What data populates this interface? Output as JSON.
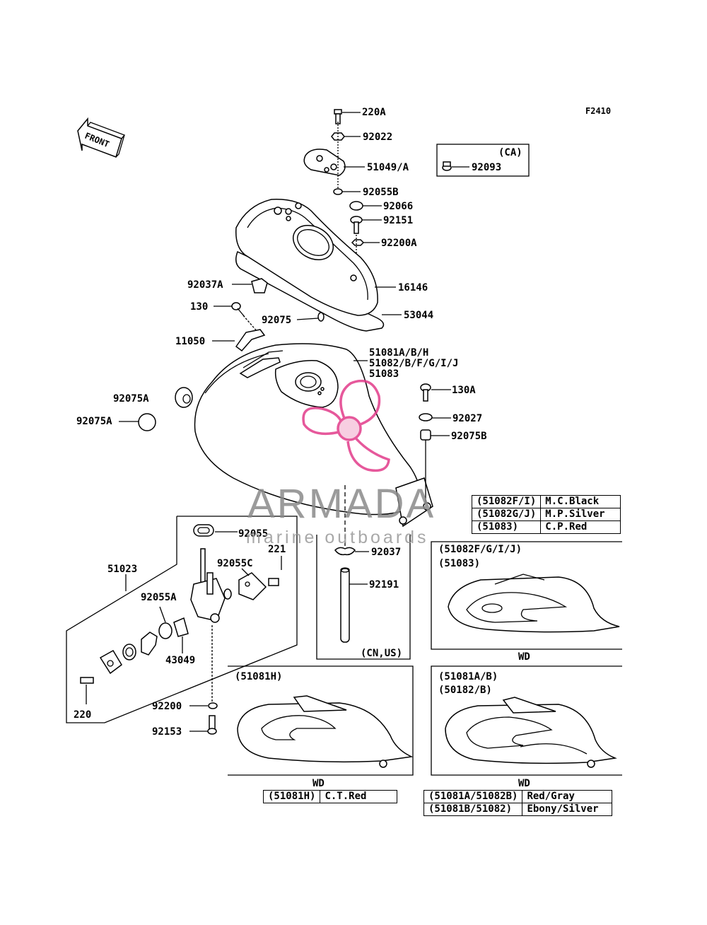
{
  "figure_code": "F2410",
  "front_label": "FRONT",
  "ca_box": {
    "title": "(CA)",
    "part": "92093"
  },
  "parts": {
    "p220A": "220A",
    "p92022": "92022",
    "p51049A": "51049/A",
    "p92055B": "92055B",
    "p92066": "92066",
    "p92151": "92151",
    "p92200A": "92200A",
    "p16146": "16146",
    "p53044": "53044",
    "p92037A": "92037A",
    "p130": "130",
    "p92075": "92075",
    "p11050": "11050",
    "p51081": "51081A/B/H",
    "p51082": "51082/B/F/G/I/J",
    "p51083": "51083",
    "p130A": "130A",
    "p92027": "92027",
    "p92075B": "92075B",
    "p92075A_1": "92075A",
    "p92075A_2": "92075A",
    "p92055": "92055",
    "p221": "221",
    "p92055C": "92055C",
    "p51023": "51023",
    "p92055A": "92055A",
    "p43049": "43049",
    "p220": "220",
    "p92200": "92200",
    "p92153": "92153",
    "p92037": "92037",
    "p92191": "92191"
  },
  "cn_us_note": "(CN,US)",
  "variant_boxes": {
    "fgij": {
      "line1": "(51082F/G/I/J)",
      "line2": "(51083)",
      "wd": "WD"
    },
    "h": {
      "line1": "(51081H)",
      "wd": "WD"
    },
    "ab": {
      "line1": "(51081A/B)",
      "line2": "(50182/B)",
      "wd": "WD"
    }
  },
  "color_table_right": [
    {
      "code": "(51082F/I)",
      "color": "M.C.Black"
    },
    {
      "code": "(51082G/J)",
      "color": "M.P.Silver"
    },
    {
      "code": "(51083)",
      "color": "C.P.Red"
    }
  ],
  "color_table_h": [
    {
      "code": "(51081H)",
      "color": "C.T.Red"
    }
  ],
  "color_table_ab": [
    {
      "code": "(51081A/51082B)",
      "color": "Red/Gray"
    },
    {
      "code": "(51081B/51082)",
      "color": "Ebony/Silver"
    }
  ],
  "watermark": {
    "name": "ARMADA",
    "tagline": "marine outboards",
    "color": "#e23b8a"
  }
}
